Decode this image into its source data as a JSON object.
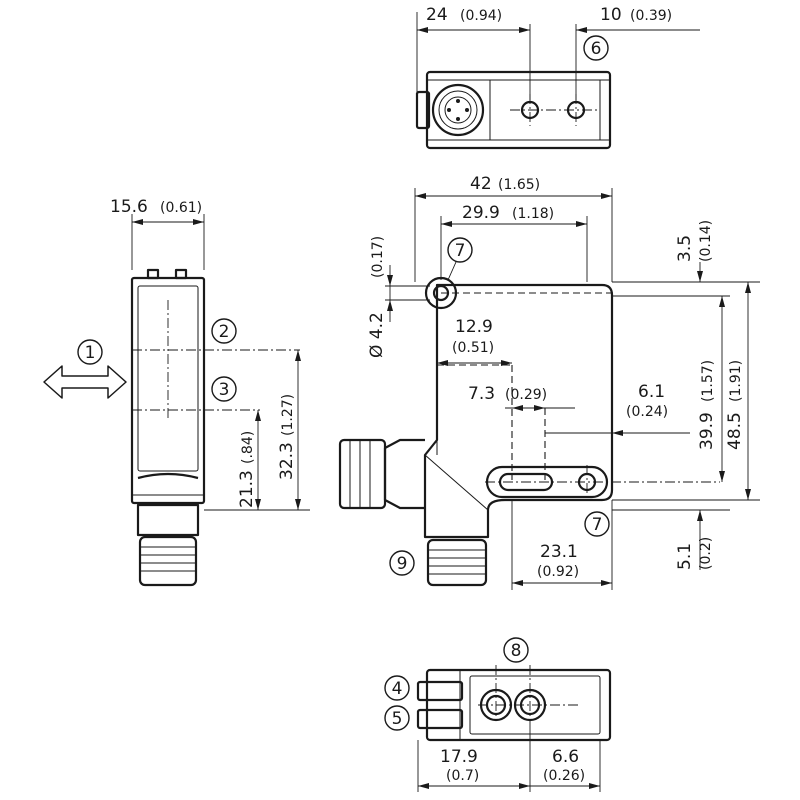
{
  "dimensions": {
    "top_width_a": "24",
    "top_width_a_in": "(0.94)",
    "top_width_b": "10",
    "top_width_b_in": "(0.39)",
    "side_width": "15.6",
    "side_width_in": "(0.61)",
    "front_width": "42",
    "front_width_in": "(1.65)",
    "front_inner": "29.9",
    "front_inner_in": "(1.18)",
    "top_offset": "3.5",
    "top_offset_in": "(0.14)",
    "hole_dia": "Ø 4.2",
    "hole_dia_in": "(0.17)",
    "dim_129": "12.9",
    "dim_129_in": "(0.51)",
    "dim_73": "7.3",
    "dim_73_in": "(0.29)",
    "dim_61": "6.1",
    "dim_61_in": "(0.24)",
    "dim_399": "39.9",
    "dim_399_in": "(1.57)",
    "dim_485": "48.5",
    "dim_485_in": "(1.91)",
    "dim_213": "21.3",
    "dim_213_in": "(.84)",
    "dim_323": "32.3",
    "dim_323_in": "(1.27)",
    "dim_231": "23.1",
    "dim_231_in": "(0.92)",
    "dim_51": "5.1",
    "dim_51_in": "(0.2)",
    "dim_179": "17.9",
    "dim_179_in": "(0.7)",
    "dim_66": "6.6",
    "dim_66_in": "(0.26)"
  },
  "callouts": {
    "c1": "1",
    "c2": "2",
    "c3": "3",
    "c4": "4",
    "c5": "5",
    "c6": "6",
    "c7a": "7",
    "c7b": "7",
    "c8": "8",
    "c9": "9"
  }
}
